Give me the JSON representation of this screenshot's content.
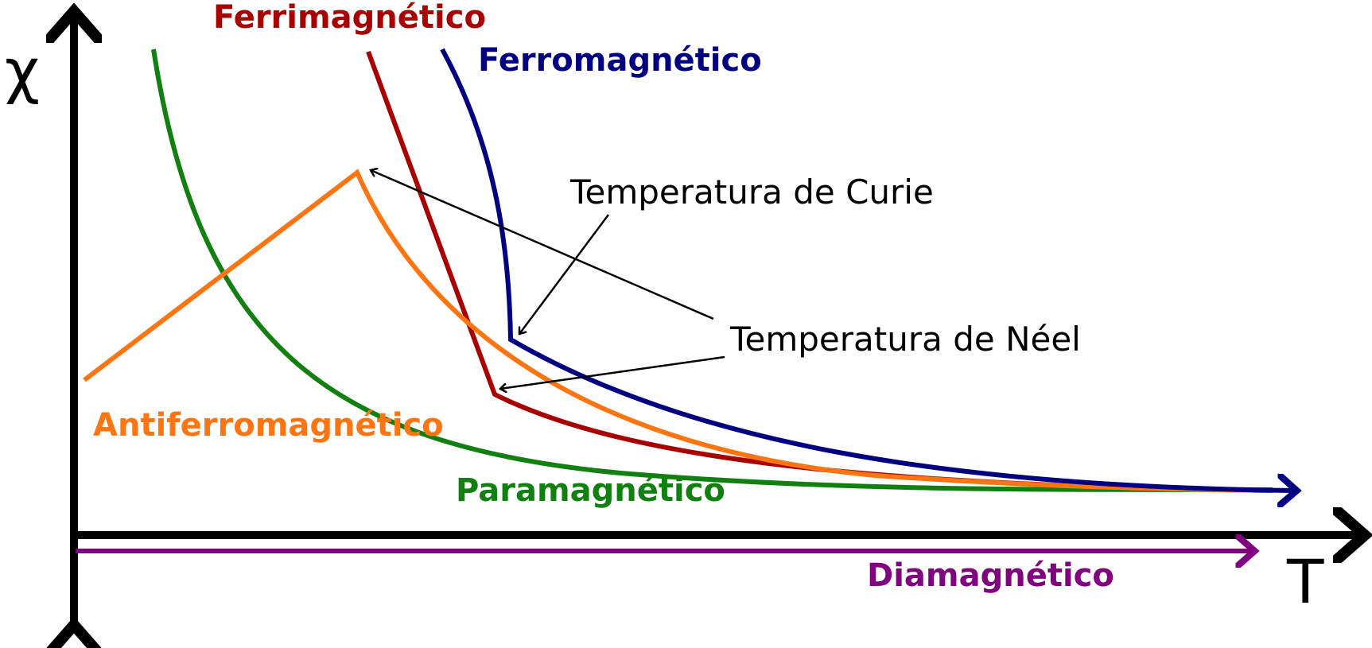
{
  "colors": {
    "paramagnetico": "#118011",
    "antiferromagnetico": "#ff7511",
    "ferrimagnetico": "#a80000",
    "ferromagnetico": "#000080",
    "diamagnetico": "#800080",
    "axes": "#000000"
  },
  "axes": {
    "y_symbol": "χ",
    "x_symbol": "T"
  },
  "labels": {
    "ferrimagnetico": "Ferrimagnético",
    "ferromagnetico": "Ferromagnético",
    "antiferromagnetico": "Antiferromagnético",
    "paramagnetico": "Paramagnético",
    "diamagnetico": "Diamagnético"
  },
  "annotations": {
    "curie": "Temperatura de Curie",
    "neel": "Temperatura de Néel"
  }
}
